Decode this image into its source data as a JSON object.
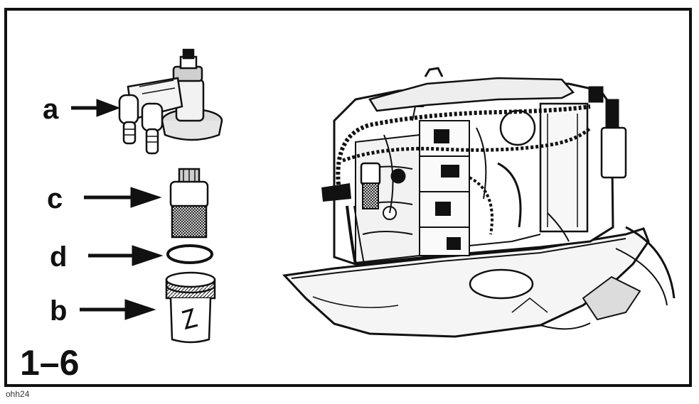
{
  "figure": {
    "number": "1–6",
    "code": "ohh24"
  },
  "callouts": {
    "a": "a",
    "b": "b",
    "c": "c",
    "d": "d"
  },
  "colors": {
    "ink": "#111111",
    "paper": "#ffffff",
    "mid_gray": "#9a9a9a",
    "light_gray": "#dcdcdc"
  },
  "icons": [
    "arrow-right-icon"
  ]
}
